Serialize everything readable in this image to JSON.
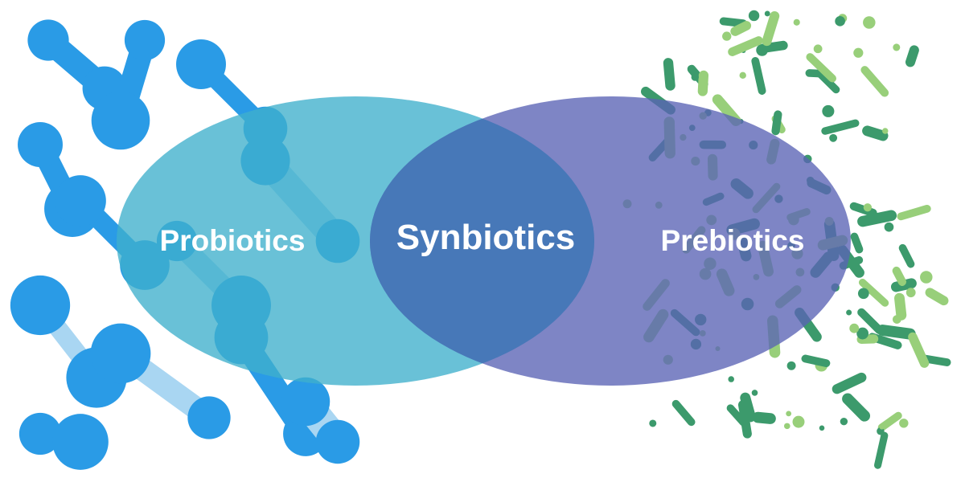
{
  "venn": {
    "left_label": "Probiotics",
    "center_label": "Synbiotics",
    "right_label": "Prebiotics"
  },
  "colors": {
    "left_circle": "#3fb0cc",
    "right_circle": "#5a63b5",
    "overlap": "#4778b8",
    "probiotic_blobs": "#2a9be6",
    "bacteria_dark": "#3c9a6c",
    "bacteria_light": "#98cf7a"
  }
}
